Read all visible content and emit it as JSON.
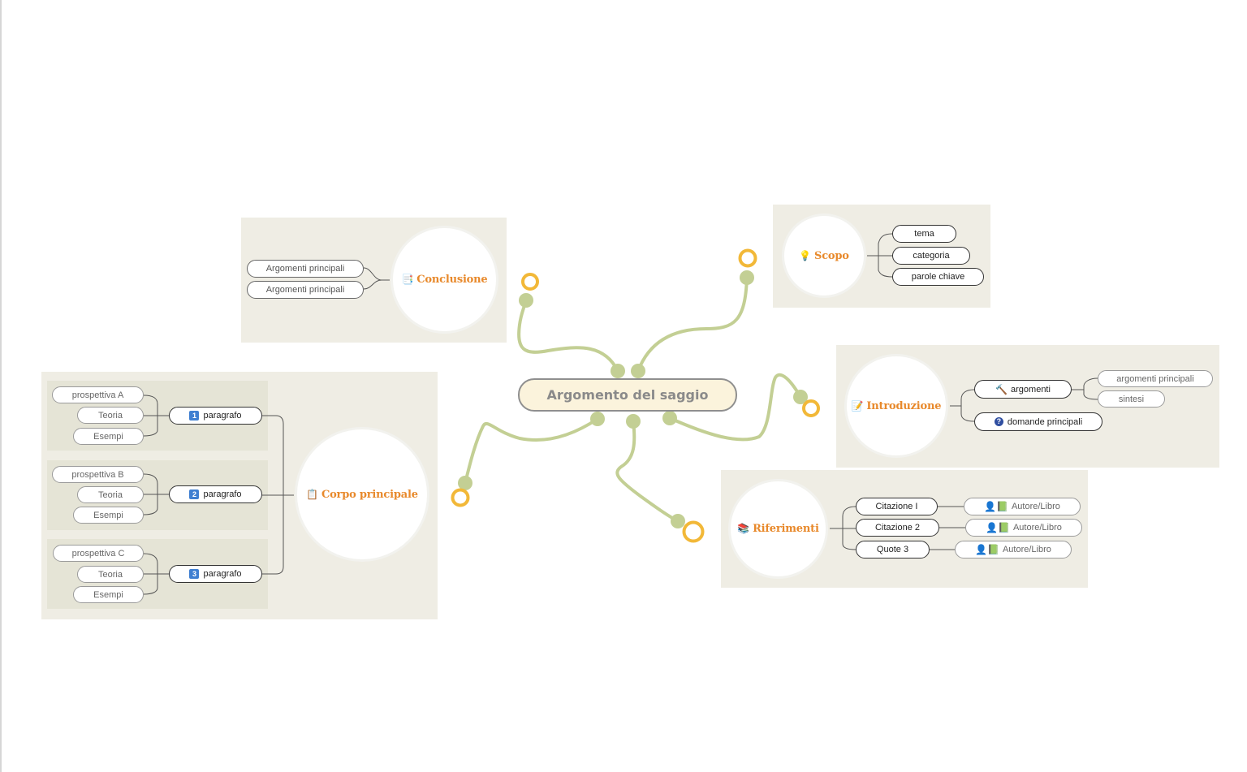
{
  "central": "Argomento del saggio",
  "conclusione": {
    "title": "Conclusione",
    "icon": "📑",
    "items": [
      "Argomenti principali",
      "Argomenti principali"
    ]
  },
  "scopo": {
    "title": "Scopo",
    "icon": "💡",
    "items": [
      "tema",
      "categoria",
      "parole chiave"
    ]
  },
  "introduzione": {
    "title": "Introduzione",
    "icon": "📝",
    "argomenti": {
      "label": "argomenti",
      "icon": "🔨",
      "children": [
        "argomenti principali",
        "sintesi"
      ]
    },
    "domande": {
      "label": "domande principali",
      "icon": "?"
    }
  },
  "riferimenti": {
    "title": "Riferimenti",
    "icon": "📚",
    "items": [
      {
        "label": "Citazione I",
        "source": "Autore/Libro"
      },
      {
        "label": "Citazione 2",
        "source": "Autore/Libro"
      },
      {
        "label": "Quote 3",
        "source": "Autore/Libro"
      }
    ],
    "source_icons": "👤📗"
  },
  "corpo": {
    "title": "Corpo principale",
    "icon": "📋",
    "paragraphs": [
      {
        "num": "1",
        "label": "paragrafo",
        "children": [
          "prospettiva A",
          "Teoria",
          "Esempi"
        ]
      },
      {
        "num": "2",
        "label": "paragrafo",
        "children": [
          "prospettiva B",
          "Teoria",
          "Esempi"
        ]
      },
      {
        "num": "3",
        "label": "paragrafo",
        "children": [
          "prospettiva C",
          "Teoria",
          "Esempi"
        ]
      }
    ]
  },
  "colors": {
    "branch": "#c3cf94",
    "ring": "#f2b838",
    "topic": "#e8892b",
    "panel": "#efede4"
  }
}
